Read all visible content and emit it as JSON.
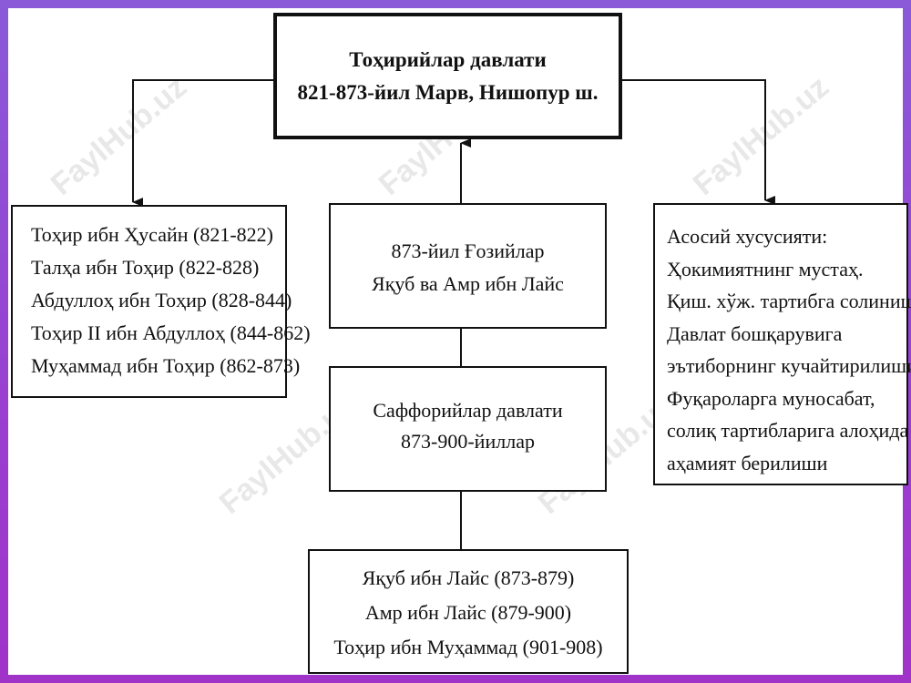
{
  "title_box": {
    "line1": "Тоҳирийлар давлати",
    "line2": "821-873-йил Марв, Нишопур ш."
  },
  "left_box": {
    "rulers": [
      "Тоҳир ибн Ҳусайн (821-822)",
      "Талҳа ибн Тоҳир (822-828)",
      "Абдуллоҳ ибн Тоҳир (828-844)",
      "Тоҳир II ибн Абдуллоҳ (844-862)",
      "Муҳаммад ибн Тоҳир (862-873)"
    ]
  },
  "mid_top_box": {
    "line1": "873-йил Ғозийлар",
    "line2": "Яқуб ва Амр ибн Лайс"
  },
  "mid_box": {
    "line1": "Саффорийлар давлати",
    "line2": "873-900-йиллар"
  },
  "right_box": {
    "lines": [
      "Асосий хусусияти:",
      "Ҳокимиятнинг мустаҳ.",
      "Қиш. хўж. тартибга солиниши.",
      "Давлат бошқарувига",
      "эътиборнинг кучайтирилиши.",
      "Фуқароларга муносабат,",
      "солиқ тартибларига алоҳида",
      "аҳамият берилиши"
    ]
  },
  "bottom_box": {
    "rulers": [
      "Яқуб ибн Лайс (873-879)",
      "Амр ибн Лайс (879-900)",
      "Тоҳир ибн Муҳаммад (901-908)"
    ]
  },
  "watermark": "FaylHub.uz"
}
